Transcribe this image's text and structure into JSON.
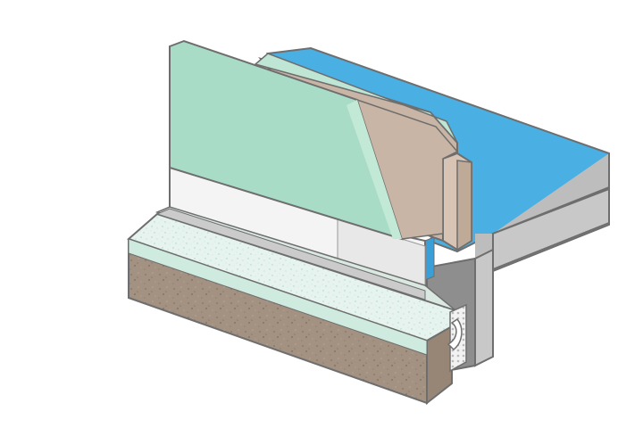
{
  "diagram": {
    "kind": "isometric-construction-section",
    "labels": [],
    "layers": [
      {
        "name": "blue-membrane",
        "color": "#4AAFE2"
      },
      {
        "name": "concrete-slab",
        "color": "#C8C8C8"
      },
      {
        "name": "green-insulation-board",
        "color": "#A9DCC6"
      },
      {
        "name": "tan-board",
        "color": "#C9B5A5"
      },
      {
        "name": "white-base-panel",
        "color": "#F4F4F4"
      },
      {
        "name": "soil",
        "color": "#A39182"
      },
      {
        "name": "speckled-drainage-layer",
        "color": "#E4F2EC"
      },
      {
        "name": "dark-foundation-face",
        "color": "#8E8E8E"
      },
      {
        "name": "perforated-edge-strip",
        "color": "#EFEFEF"
      }
    ],
    "outline_color": "#6E6E6E"
  }
}
